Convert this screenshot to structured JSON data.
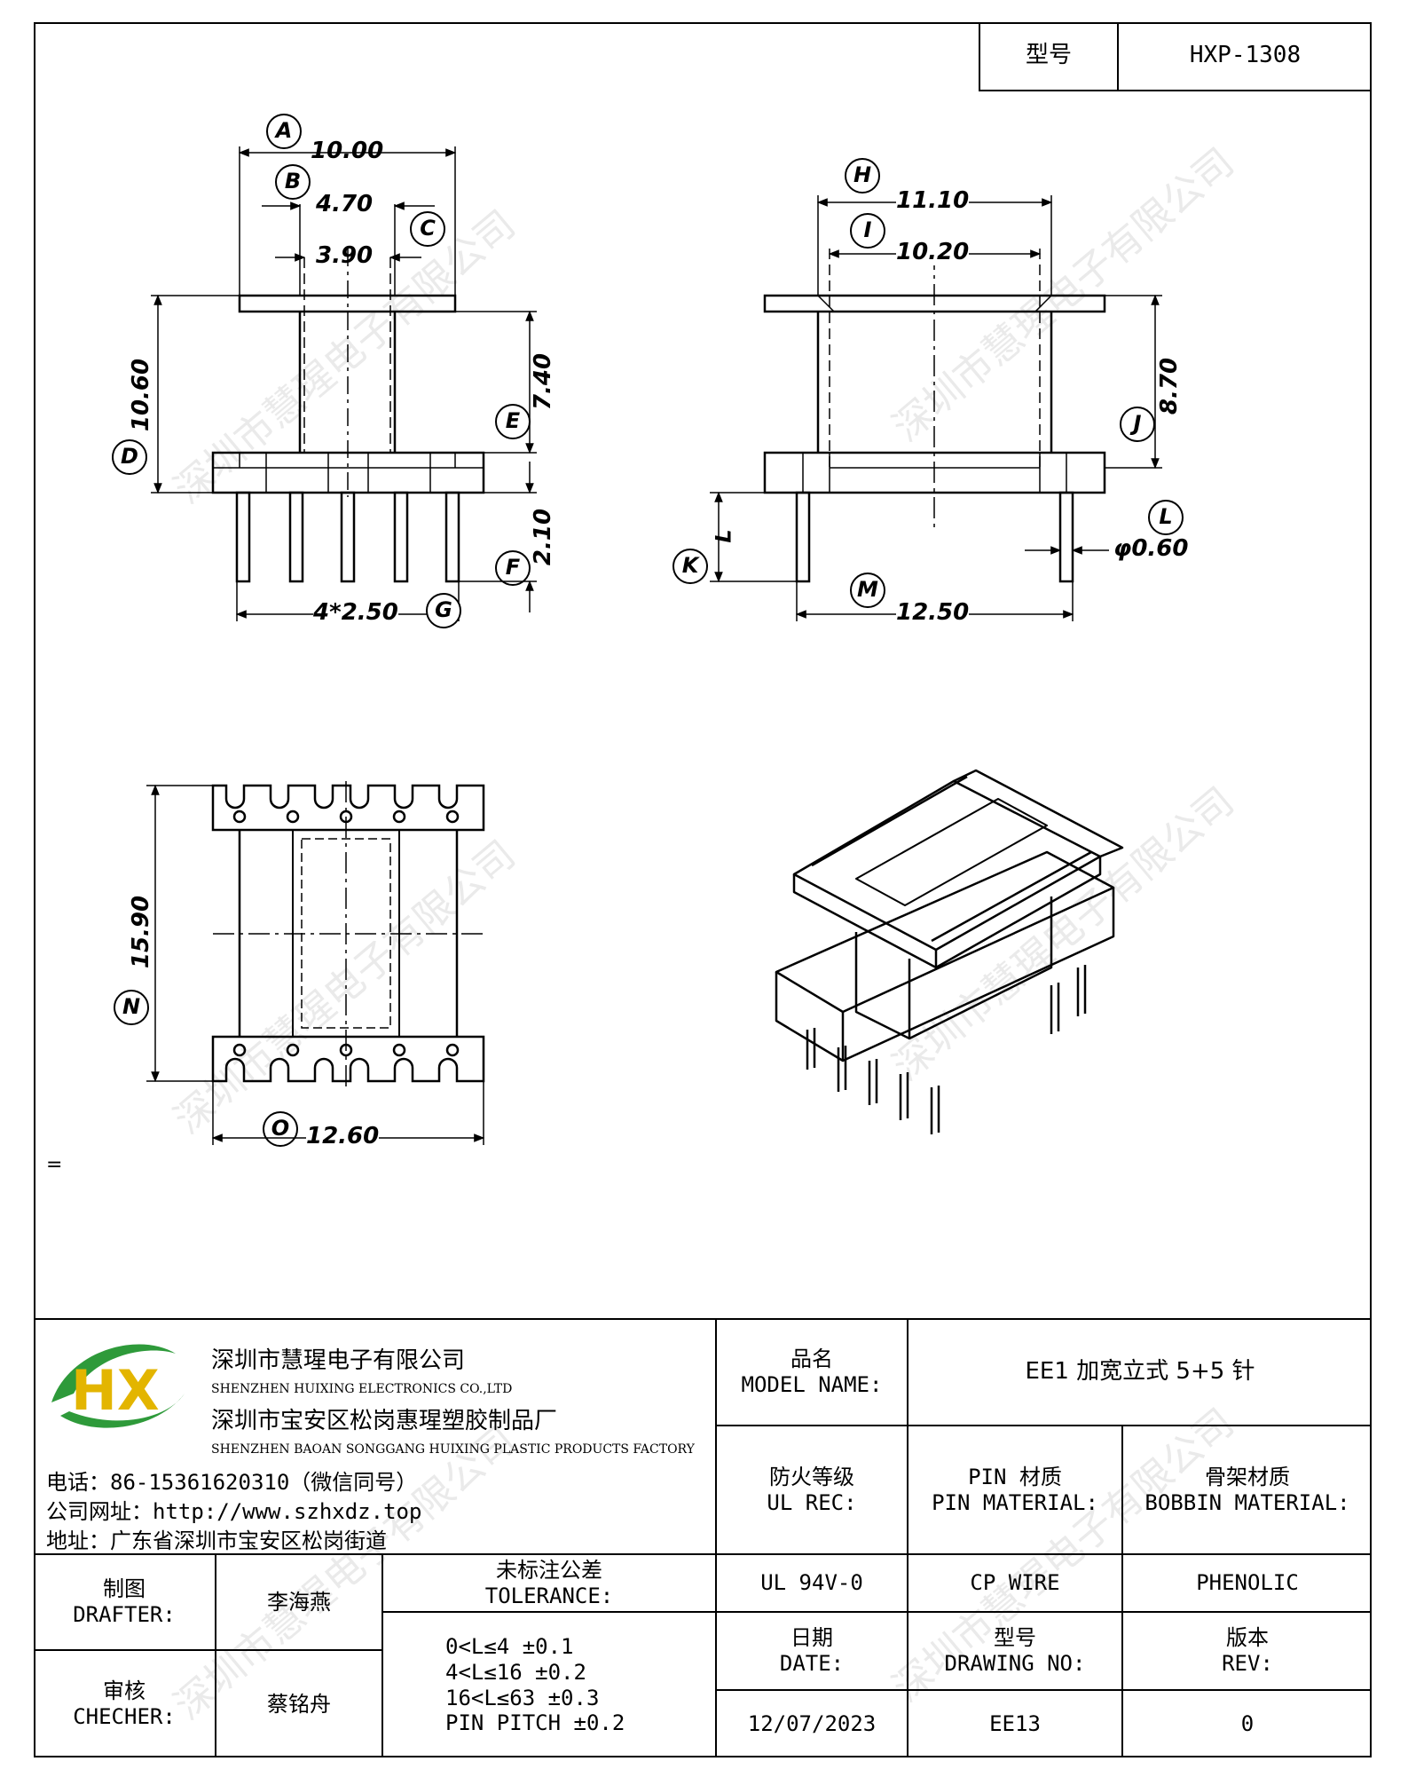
{
  "header": {
    "model_label": "型号",
    "model_value": "HXP-1308"
  },
  "dimensions": {
    "A_label": "A",
    "A": "10.00",
    "B_label": "B",
    "B": "4.70",
    "C_label": "C",
    "C": "3.90",
    "D_label": "D",
    "D": "10.60",
    "E_label": "E",
    "E": "7.40",
    "F_label": "F",
    "F": "2.10",
    "G_label": "G",
    "G": "4*2.50",
    "H_label": "H",
    "H": "11.10",
    "I_label": "I",
    "I": "10.20",
    "J_label": "J",
    "J": "8.70",
    "K_label": "K",
    "K": "L",
    "L_label": "L",
    "L": "φ0.60",
    "M_label": "M",
    "M": "12.50",
    "N_label": "N",
    "N": "15.90",
    "O_label": "O",
    "O": "12.60"
  },
  "watermark": "深圳市慧瑆电子有限公司",
  "stray_mark": "=",
  "company": {
    "logo_text": "HX",
    "name_cn": "深圳市慧瑆电子有限公司",
    "name_en": "SHENZHEN HUIXING ELECTRONICS CO.,LTD",
    "factory_cn": "深圳市宝安区松岗惠瑆塑胶制品厂",
    "factory_en": "SHENZHEN BAOAN SONGGANG HUIXING PLASTIC PRODUCTS FACTORY",
    "phone": "电话：86-15361620310（微信同号）",
    "website": "公司网址：http://www.szhxdz.top",
    "address": "地址：广东省深圳市宝安区松岗街道"
  },
  "title_block": {
    "model_name_cn": "品名",
    "model_name_en": "MODEL NAME:",
    "model_name_value": "EE1 加宽立式 5+5 针",
    "ul_cn": "防火等级",
    "ul_en": "UL REC:",
    "pin_cn": "PIN 材质",
    "pin_en": "PIN MATERIAL:",
    "bobbin_cn": "骨架材质",
    "bobbin_en": "BOBBIN MATERIAL:",
    "ul_value": "UL 94V-0",
    "pin_value": "CP WIRE",
    "bobbin_value": "PHENOLIC",
    "date_cn": "日期",
    "date_en": "DATE:",
    "drawing_cn": "型号",
    "drawing_en": "DRAWING NO:",
    "rev_cn": "版本",
    "rev_en": "REV:",
    "date_value": "12/07/2023",
    "drawing_value": "EE13",
    "rev_value": "0",
    "drafter_cn": "制图",
    "drafter_en": "DRAFTER:",
    "drafter_value": "李海燕",
    "checker_cn": "审核",
    "checker_en": "CHECHER:",
    "checker_value": "蔡铭舟",
    "tolerance_cn": "未标注公差",
    "tolerance_en": "TOLERANCE:",
    "tolerance_lines": [
      "0<L≤4  ±0.1",
      "4<L≤16 ±0.2",
      "16<L≤63 ±0.3",
      "PIN PITCH ±0.2"
    ]
  }
}
